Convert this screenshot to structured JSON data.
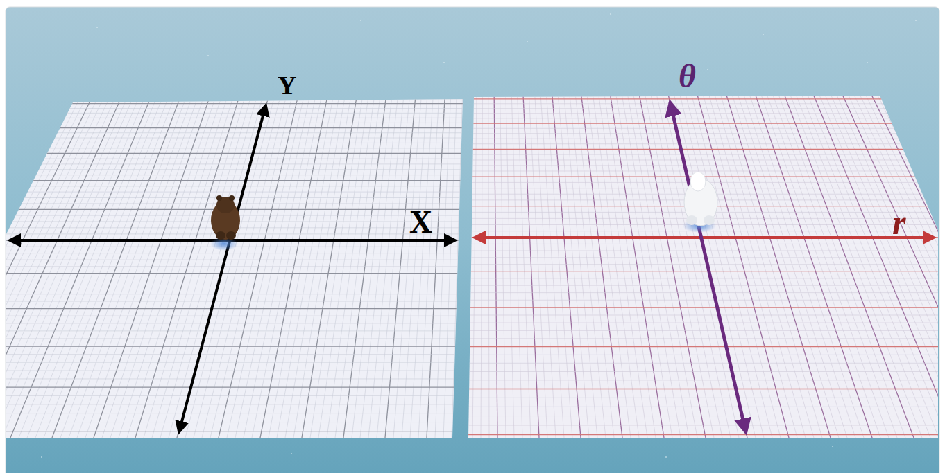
{
  "diagram": {
    "labels": [
      "Y",
      "X",
      "θ",
      "r"
    ]
  }
}
